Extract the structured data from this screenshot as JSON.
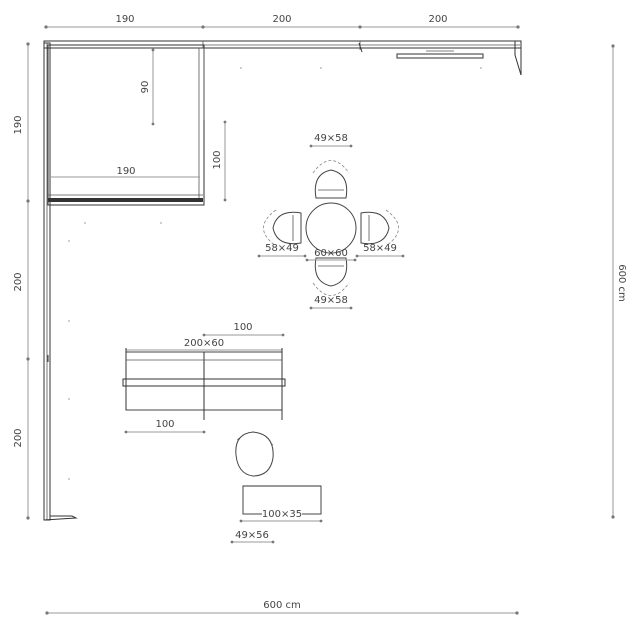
{
  "dimensions": {
    "top_1": "190",
    "top_2": "200",
    "top_3": "200",
    "left_1": "190",
    "left_2": "200",
    "left_3": "200",
    "right_total": "600 cm",
    "bottom_total": "600 cm",
    "wardrobe_depth": "90",
    "wardrobe_width": "190",
    "wardrobe_front": "100",
    "chair_top": "49×58",
    "chair_bottom": "49×58",
    "chair_left": "58×49",
    "chair_right": "58×49",
    "table": "60×60",
    "desk_half": "100",
    "desk": "200×60",
    "desk_bottom": "100",
    "bench": "100×35",
    "stool": "49×56"
  }
}
